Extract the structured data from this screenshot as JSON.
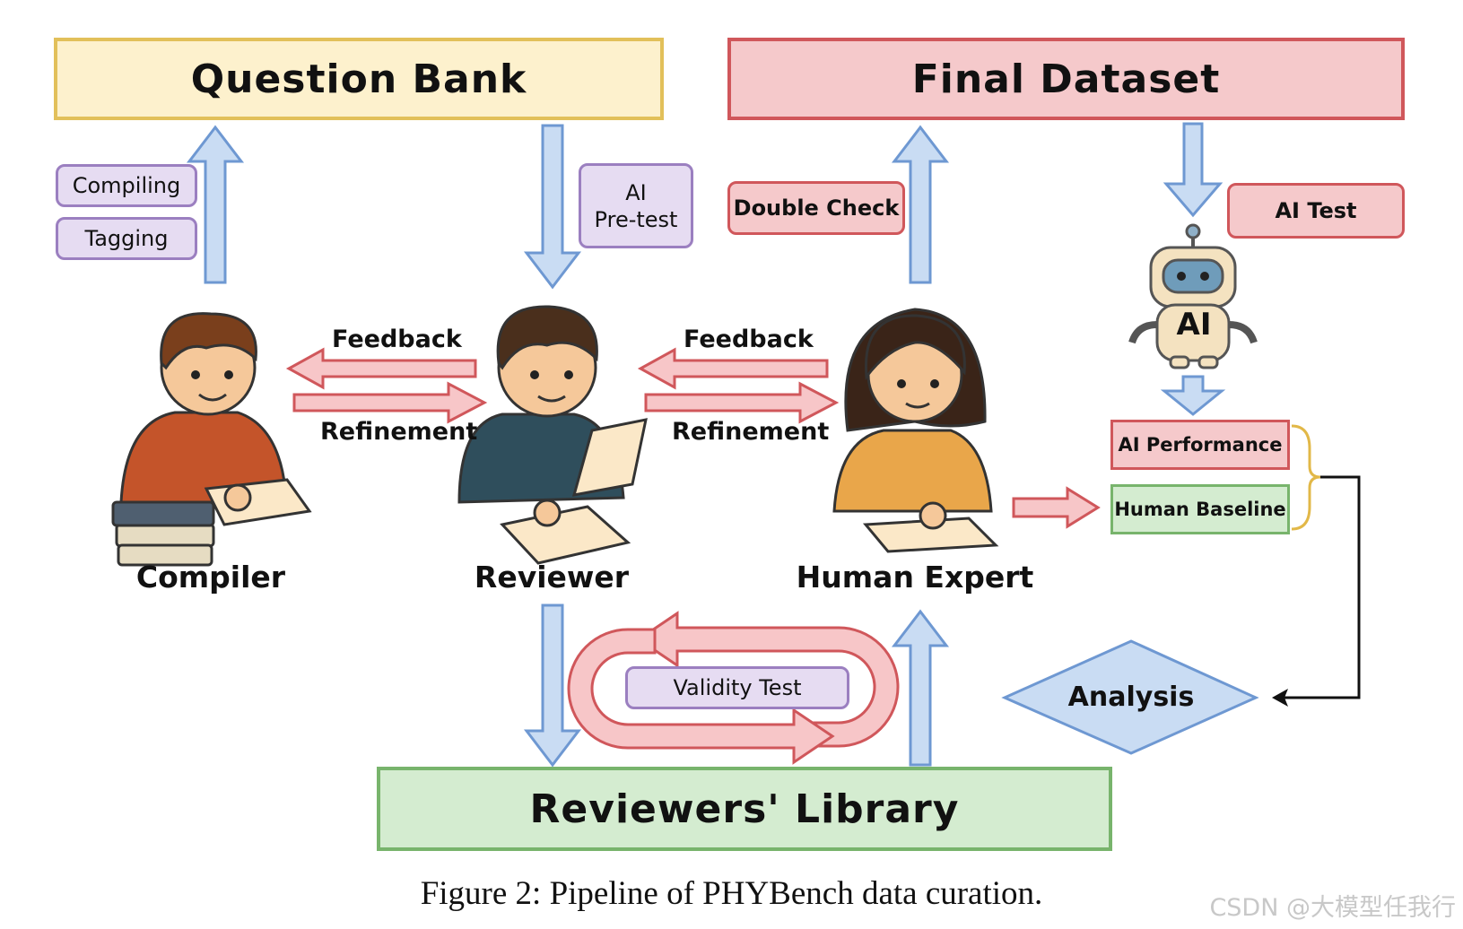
{
  "boxes": {
    "question_bank": "Question Bank",
    "final_dataset": "Final Dataset",
    "reviewers_library": "Reviewers' Library"
  },
  "tags": {
    "compiling": "Compiling",
    "tagging": "Tagging",
    "ai_pretest_line1": "AI",
    "ai_pretest_line2": "Pre-test",
    "double_check": "Double Check",
    "ai_test": "AI Test",
    "validity_test": "Validity Test",
    "ai_performance": "AI Performance",
    "human_baseline": "Human Baseline"
  },
  "arrows": {
    "feedback_left": "Feedback",
    "refinement_left": "Refinement",
    "feedback_right": "Feedback",
    "refinement_right": "Refinement"
  },
  "roles": {
    "compiler": "Compiler",
    "reviewer": "Reviewer",
    "human_expert": "Human Expert"
  },
  "robot_text": "AI",
  "analysis": "Analysis",
  "caption": "Figure 2: Pipeline of PHYBench data curation.",
  "watermark": "CSDN @大模型任我行",
  "colors": {
    "blue_arrow": "#c9dcf3",
    "blue_arrow_border": "#6e98d2",
    "red_arrow": "#f7c6c8",
    "red_arrow_border": "#d0575b"
  }
}
